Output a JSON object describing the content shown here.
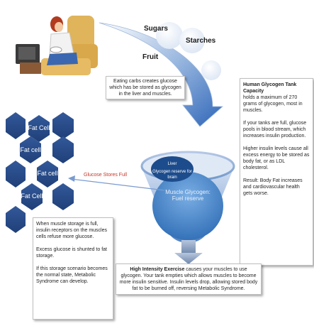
{
  "carbs": {
    "sugars": "Sugars",
    "starches": "Starches",
    "fruit": "Fruit"
  },
  "eating_box": "Eating carbs creates glucose which has be stored as glycogen in the liver and muscles.",
  "capacity_box": {
    "title": "Human Glycogen Tank Capacity",
    "paragraphs": [
      "holds a maximum of 270 grams of glycogen, most in muscles.",
      "If your tanks are full, glucose pools in blood stream, which increases insulin production.",
      "Higher insulin levels cause all excess energy to be stored as body fat, or as LDL cholesterol.",
      "Result: Body Fat increases and cardiovascular health gets worse."
    ]
  },
  "fat_cells": [
    {
      "label": "Fat Cell"
    },
    {
      "label": "Fat cell"
    },
    {
      "label": "Fat cell"
    },
    {
      "label": "Fat Cell"
    }
  ],
  "arrow_label": "Glucose Stores Full",
  "liver": {
    "title": "Liver",
    "subtitle": "Glycogen reserve for brain"
  },
  "muscle": {
    "label": "Muscle Glycogen: Fuel reserve"
  },
  "storage_box": {
    "paragraphs": [
      "When muscle storage is full, insulin receptors on the muscles cells refuse more glucose.",
      "Excess glucose is shunted to fat storage.",
      "If this storage scenario becomes the normal state, Metabolic Syndrome can develop."
    ]
  },
  "exercise_box": {
    "bold": "High Intensity Exercise",
    "text": " causes your muscles to use glycogen. Your tank empties which allows muscles to become more insulin sensitive.  Insulin levels drop, allowing stored body fat to be burned off, reversing Metabolic Syndrome."
  },
  "colors": {
    "cell_fill": "#2b4d86",
    "bubble": "#eaf0f8",
    "funnel_top": "#c7d6ee",
    "funnel_mid": "#6f97c9",
    "muscle": "#3f7fc7",
    "liver": "#1d4c8c",
    "arrow_label": "#c0392b",
    "connector": "#7a9bd0"
  }
}
